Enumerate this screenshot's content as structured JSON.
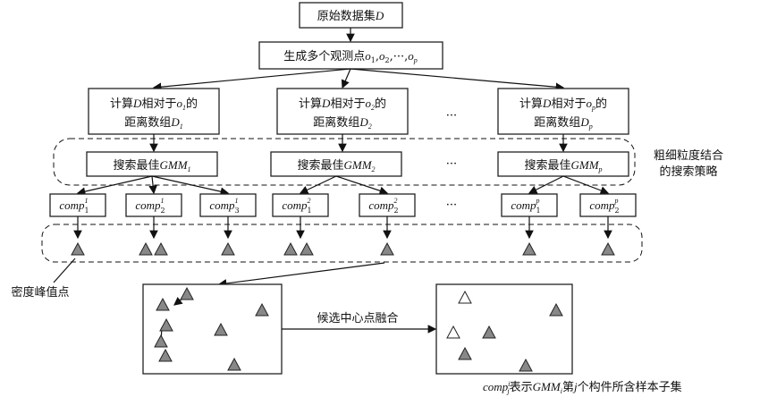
{
  "source": {
    "label": "原始数据集",
    "var": "D"
  },
  "observe": {
    "label": "生成多个观测点",
    "vars": "o",
    "subs": [
      "1",
      "2",
      "p"
    ],
    "sep": ",",
    "ellipsis": "···"
  },
  "compute": [
    {
      "pre": "计算",
      "var": "D",
      "mid": "相对于",
      "o": "o",
      "osub": "1",
      "post": "的",
      "line2": "距离数组",
      "d": "D",
      "dsub": "1"
    },
    {
      "pre": "计算",
      "var": "D",
      "mid": "相对于",
      "o": "o",
      "osub": "2",
      "post": "的",
      "line2": "距离数组",
      "d": "D",
      "dsub": "2"
    },
    {
      "pre": "计算",
      "var": "D",
      "mid": "相对于",
      "o": "o",
      "osub": "p",
      "post": "的",
      "line2": "距离数组",
      "d": "D",
      "dsub": "p"
    }
  ],
  "gmm": [
    {
      "pre": "搜索最佳",
      "name": "GMM",
      "sub": "1"
    },
    {
      "pre": "搜索最佳",
      "name": "GMM",
      "sub": "2"
    },
    {
      "pre": "搜索最佳",
      "name": "GMM",
      "sub": "p"
    }
  ],
  "ellipsis": "···",
  "strategy": {
    "line1": "粗细粒度结合",
    "line2": "的搜索策略"
  },
  "comps": [
    {
      "name": "comp",
      "sup": "1",
      "sub": "1"
    },
    {
      "name": "comp",
      "sup": "1",
      "sub": "2"
    },
    {
      "name": "comp",
      "sup": "1",
      "sub": "3"
    },
    {
      "name": "comp",
      "sup": "2",
      "sub": "1"
    },
    {
      "name": "comp",
      "sup": "2",
      "sub": "2"
    },
    {
      "name": "comp",
      "sup": "p",
      "sub": "1"
    },
    {
      "name": "comp",
      "sup": "p",
      "sub": "2"
    }
  ],
  "peak_label": "密度峰值点",
  "fusion_label": "候选中心点融合",
  "footnote": {
    "name": "comp",
    "sup": "i",
    "sub": "j",
    "t1": "表示",
    "gmm": "GMM",
    "gsub": "i",
    "t2": "第",
    "j": "j",
    "t3": "个构件所含样本子集"
  }
}
